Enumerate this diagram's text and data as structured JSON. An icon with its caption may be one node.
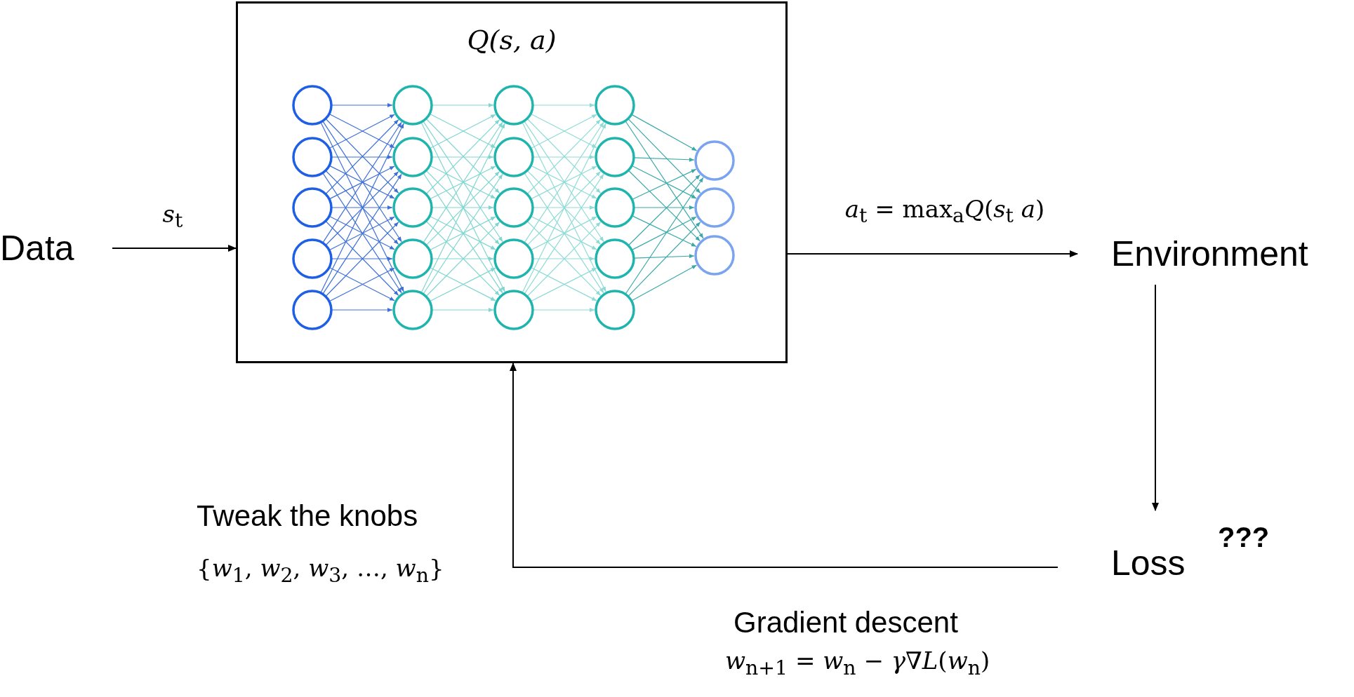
{
  "diagram": {
    "nodes": [
      {
        "text": [
          "Data"
        ]
      },
      {
        "text": [
          "Q(s, a)"
        ]
      },
      {
        "text": [
          "Environment"
        ]
      },
      {
        "text": [
          "Loss"
        ],
        "beside": [
          "???"
        ]
      }
    ],
    "edges": [
      {
        "from": 0,
        "to": 1,
        "arrow": "to",
        "label": "*s*$_{t}$"
      },
      {
        "from": 1,
        "to": 2,
        "arrow": "to",
        "label": "*a*$_{t}$ = max$_{a}$*Q*(*s*$_{t}$ *a*)"
      },
      {
        "from": 2,
        "to": 3,
        "arrow": "to"
      },
      {
        "from": 3,
        "to": 1,
        "arrow": "to"
      }
    ],
    "labels": [
      "Tweak the knobs",
      "{*w*$_{1}$, *w*$_{2}$, *w*$_{3}$, …, *w*$_{n}$}",
      "Gradient descent",
      "*w*$_{n+1}$ =  *w*$_{n}$ − *γ*∇*L*(*w*$_{n}$)"
    ]
  }
}
